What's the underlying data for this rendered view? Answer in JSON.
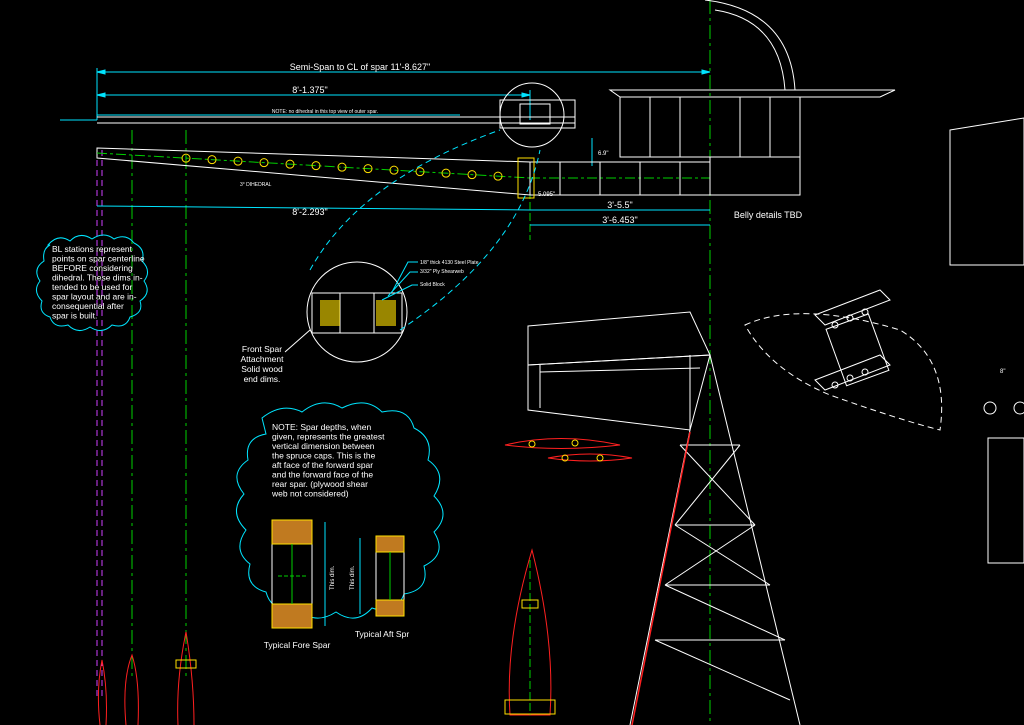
{
  "drawing": {
    "background": "#000000",
    "colors": {
      "cyan": "#00e5ff",
      "green": "#00d000",
      "yellow": "#ffe000",
      "red": "#ff2020",
      "white": "#ffffff",
      "magenta": "#d040ff",
      "gray": "#c8c8c8"
    }
  },
  "dimensions": {
    "semi_span": "Semi-Span to CL of spar   11'-8.627\"",
    "inner": "8'-1.375\"",
    "note_tiny": "NOTE: no dihedral in this top view of outer spar.",
    "bottom": "8'-2.293\"",
    "right_1": "3'-5.5\"",
    "right_2": "3'-6.453\"",
    "spar_depth": "6.9\"",
    "mid_depth": "5.095\"",
    "dihedral": "3° DIHEDRAL",
    "upper_right_tick": "8\""
  },
  "labels": {
    "belly": "Belly details TBD",
    "callout_1": "1/8\" thick 4130 Steel Plate",
    "callout_2": "3/32\" Ply Shearweb",
    "callout_3": "Solid Block",
    "front_spar": [
      "Front Spar",
      "Attachment",
      "Solid wood",
      "end dims."
    ],
    "fore_spar": "Typical Fore Spar",
    "aft_spar": "Typical Aft Spr",
    "this_dim": "This dim."
  },
  "notes": {
    "bl_stations": [
      "BL stations represent",
      "points on spar centerline",
      "BEFORE considering",
      "dihedral. These dims in-",
      "tended to be used for",
      "spar layout and are in-",
      "consequential after",
      "spar is built."
    ],
    "spar_depth": [
      "NOTE:  Spar depths, when",
      "given, represents the greatest",
      "vertical dimension between",
      "the spruce caps. This is the",
      "aft face of the forward spar",
      "and the forward face of the",
      "rear spar. (plywood shear",
      "web not considered)"
    ]
  }
}
